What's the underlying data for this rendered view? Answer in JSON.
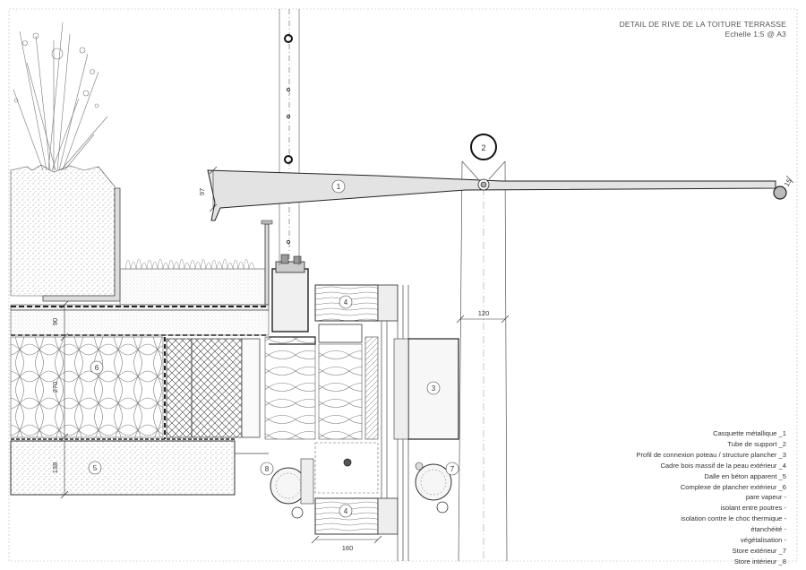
{
  "title": "DETAIL DE RIVE DE LA TOITURE TERRASSE",
  "scale": "Echelle 1:5 @ A3",
  "legend": [
    "Casquette métallique _1",
    "Tube de support _2",
    "Profil de connexion poteau / structure plancher _3",
    "Cadre bois massif de la peau extérieur _4",
    "Dalle en béton apparent _5",
    "Complexe de plancher extérieur _6",
    "pare vapeur -",
    "isolant entre poutres -",
    "isolation contre le choc thermique -",
    "étanchéité -",
    "végétalisation -",
    "Store extérieur _7",
    "Store intérieur _8"
  ],
  "dimensions": {
    "d97": "97",
    "d15": "15",
    "d90": "90",
    "d270": "270",
    "d138": "138",
    "d120": "120",
    "d160": "160"
  },
  "markers": {
    "m1": "1",
    "m2": "2",
    "m3": "3",
    "m4a": "4",
    "m4b": "4",
    "m5": "5",
    "m6": "6",
    "m7": "7",
    "m8": "8"
  },
  "colors": {
    "line": "#333333",
    "fill_light": "#e6e6e6",
    "fill_mid": "#d0d0d0",
    "paper": "#ffffff"
  }
}
